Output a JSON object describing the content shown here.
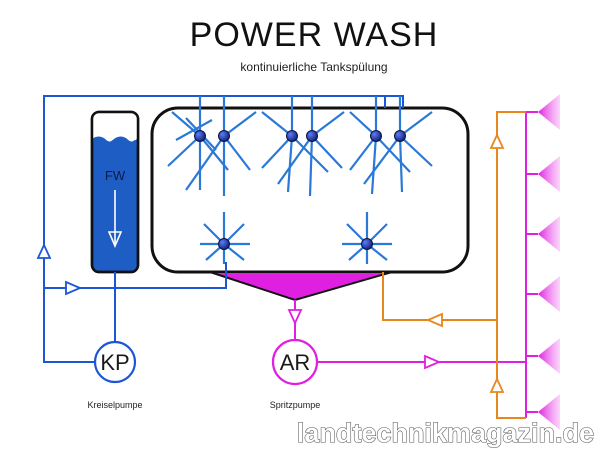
{
  "title": "POWER WASH",
  "subtitle": "kontinuierliche Tankspülung",
  "tank_label": "FW",
  "pumps": [
    {
      "abbr": "KP",
      "caption": "Kreiselpumpe"
    },
    {
      "abbr": "AR",
      "caption": "Spritzpumpe"
    }
  ],
  "watermark": "landtechnikmagazin.de",
  "colors": {
    "freshwater_line": "#1a56d6",
    "tank_fill": "#1e5ec4",
    "nozzle_spray": "#2a78d8",
    "spray_mix": "#e020e0",
    "return_line": "#e8871c",
    "valve_dot": "#1a2a8a"
  }
}
